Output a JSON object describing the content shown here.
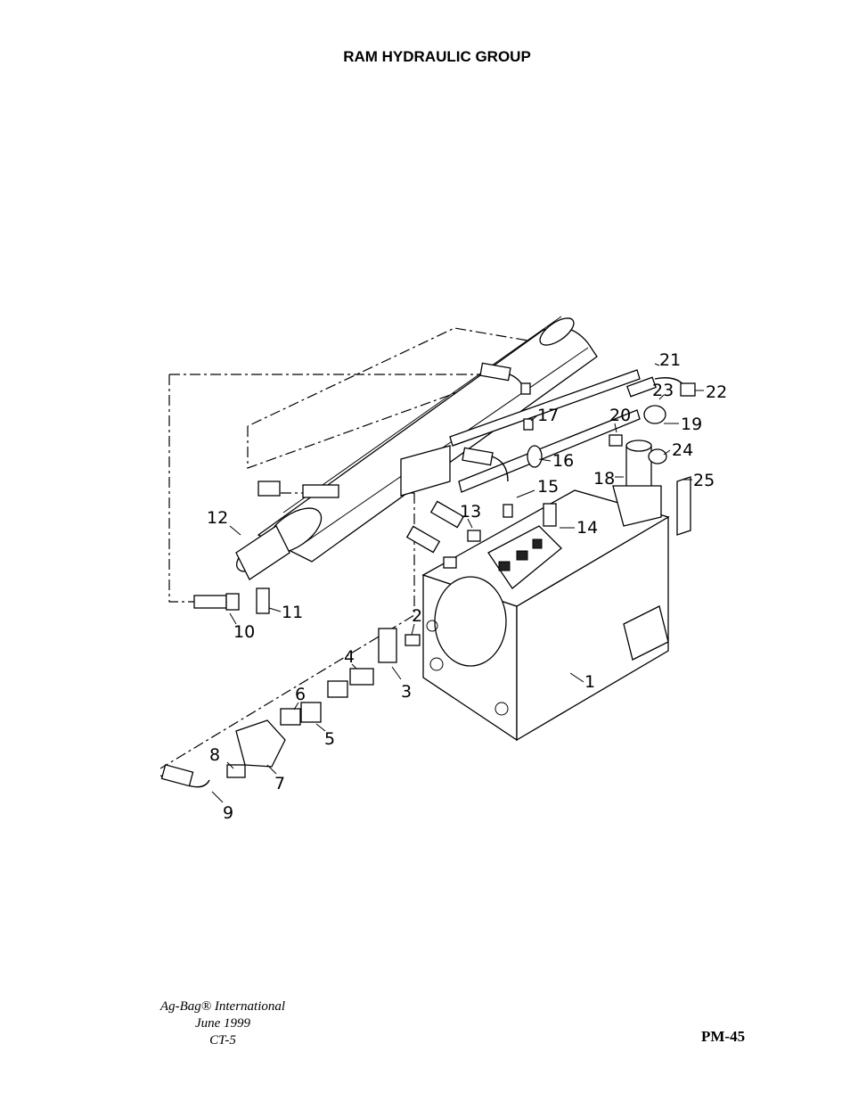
{
  "page": {
    "title": "RAM HYDRAULIC GROUP",
    "footer": {
      "company": "Ag-Bag® International",
      "date": "June 1999",
      "code": "CT-5"
    },
    "page_number": "PM-45"
  },
  "diagram": {
    "callouts": [
      "1",
      "2",
      "3",
      "4",
      "5",
      "6",
      "7",
      "8",
      "9",
      "10",
      "11",
      "12",
      "13",
      "14",
      "15",
      "16",
      "17",
      "18",
      "19",
      "20",
      "21",
      "22",
      "23",
      "24",
      "25"
    ]
  }
}
